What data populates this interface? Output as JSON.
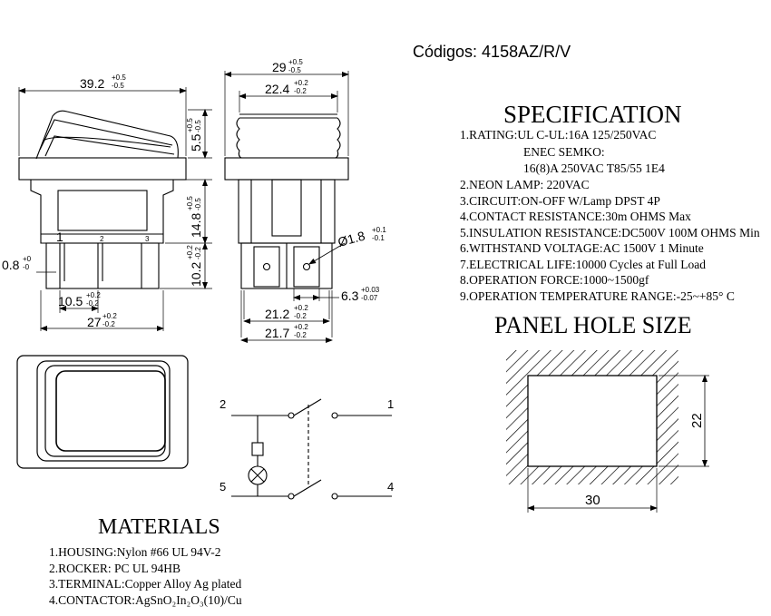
{
  "header": {
    "codes": "Códigos: 4158AZ/R/V"
  },
  "front_view": {
    "dim_width": "39.2",
    "dim_width_tol": [
      "+0.5",
      "-0.5"
    ],
    "dim_pins_width": "27",
    "dim_pins_width_tol": [
      "+0.2",
      "-0.2"
    ],
    "dim_pin_pitch": "10.5",
    "dim_pin_pitch_tol": [
      "+0.2",
      "-0.2"
    ],
    "dim_pin_thick": "0.8",
    "dim_pin_thick_tol": [
      "+0",
      "-0"
    ],
    "dim_rocker_h": "5.5",
    "dim_rocker_h_tol": [
      "+0.5",
      "-0.5"
    ],
    "dim_body_h": "14.8",
    "dim_body_h_tol": [
      "+0.5",
      "-0.5"
    ],
    "dim_term_len": "10.2",
    "dim_term_len_tol": [
      "+0.2",
      "-0.2"
    ],
    "pin_labels": [
      "1",
      "2",
      "3"
    ]
  },
  "side_view": {
    "dim_width": "29",
    "dim_width_tol": [
      "+0.5",
      "-0.5"
    ],
    "dim_rocker_w": "22.4",
    "dim_rocker_w_tol": [
      "+0.2",
      "-0.2"
    ],
    "dim_hole_dia": "Ø1.8",
    "dim_hole_dia_tol": [
      "+0.1",
      "-0.1"
    ],
    "dim_term_w": "6.3",
    "dim_term_w_tol": [
      "+0.03",
      "-0.07"
    ],
    "dim_body_w1": "21.2",
    "dim_body_w1_tol": [
      "+0.2",
      "-0.2"
    ],
    "dim_body_w2": "21.7",
    "dim_body_w2_tol": [
      "+0.2",
      "-0.2"
    ]
  },
  "specification": {
    "title": "SPECIFICATION",
    "lines": [
      "1.RATING:UL C-UL:16A 125/250VAC",
      "ENEC SEMKO:",
      "16(8)A 250VAC T85/55 1E4",
      "2.NEON LAMP: 220VAC",
      "3.CIRCUIT:ON-OFF W/Lamp DPST 4P",
      "4.CONTACT RESISTANCE:30m OHMS Max",
      "5.INSULATION RESISTANCE:DC500V 100M OHMS Min",
      "6.WITHSTAND VOLTAGE:AC 1500V 1 Minute",
      "7.ELECTRICAL LIFE:10000 Cycles at Full Load",
      "8.OPERATION FORCE:1000~1500gf",
      "9.OPERATION TEMPERATURE RANGE:-25~+85° C"
    ]
  },
  "panel_hole": {
    "title": "PANEL HOLE SIZE",
    "width": "30",
    "height": "22"
  },
  "circuit": {
    "terminals": [
      "2",
      "1",
      "5",
      "4"
    ]
  },
  "materials": {
    "title": "MATERIALS",
    "lines": [
      "1.HOUSING:Nylon #66 UL 94V-2",
      "2.ROCKER: PC UL 94HB",
      "3.TERMINAL:Copper Alloy Ag plated",
      "4.CONTACTOR:AgSnO₂In₂O₃(10)/Cu"
    ]
  }
}
